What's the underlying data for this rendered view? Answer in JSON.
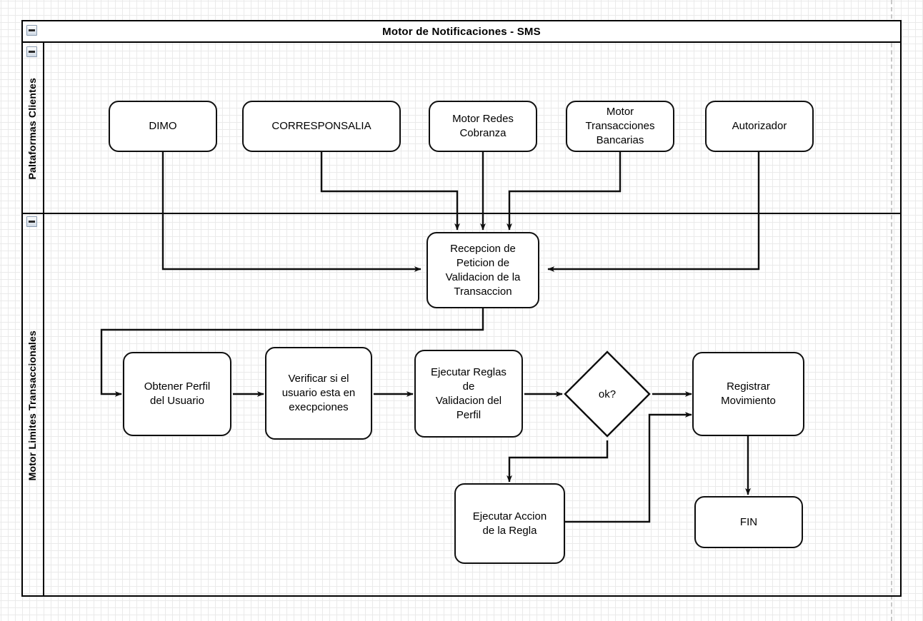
{
  "diagram": {
    "pool_title": "Motor de Notificaciones - SMS",
    "lanes": [
      {
        "label": "Paltaformas Clientes"
      },
      {
        "label": "Motor Limites Transaccionales"
      }
    ],
    "collapse_icons": [
      {
        "name": "pool-collapse-icon"
      },
      {
        "name": "lane-clientes-collapse-icon"
      },
      {
        "name": "lane-motor-collapse-icon"
      }
    ],
    "nodes": [
      {
        "id": "dimo",
        "label": "DIMO",
        "shape": "rounded-rect"
      },
      {
        "id": "corresponsalia",
        "label": "CORRESPONSALIA",
        "shape": "rounded-rect"
      },
      {
        "id": "redes",
        "label": "Motor Redes\nCobranza",
        "shape": "rounded-rect"
      },
      {
        "id": "transacciones",
        "label": "Motor\nTransacciones\nBancarias",
        "shape": "rounded-rect"
      },
      {
        "id": "autorizador",
        "label": "Autorizador",
        "shape": "rounded-rect"
      },
      {
        "id": "recepcion",
        "label": "Recepcion de\nPeticion de\nValidacion de la\nTransaccion",
        "shape": "rounded-rect"
      },
      {
        "id": "perfil",
        "label": "Obtener Perfil\ndel Usuario",
        "shape": "rounded-rect"
      },
      {
        "id": "excepciones",
        "label": "Verificar si el\nusuario esta en\nexecpciones",
        "shape": "rounded-rect"
      },
      {
        "id": "reglas",
        "label": "Ejecutar Reglas\nde\nValidacion del\nPerfil",
        "shape": "rounded-rect"
      },
      {
        "id": "ok",
        "label": "ok?",
        "shape": "diamond"
      },
      {
        "id": "registrar",
        "label": "Registrar\nMovimiento",
        "shape": "rounded-rect"
      },
      {
        "id": "accion",
        "label": "Ejecutar Accion\nde la Regla",
        "shape": "rounded-rect"
      },
      {
        "id": "fin",
        "label": "FIN",
        "shape": "rounded-rect"
      }
    ],
    "edges": [
      {
        "from": "dimo",
        "to": "recepcion"
      },
      {
        "from": "corresponsalia",
        "to": "recepcion"
      },
      {
        "from": "redes",
        "to": "recepcion"
      },
      {
        "from": "transacciones",
        "to": "recepcion"
      },
      {
        "from": "autorizador",
        "to": "recepcion"
      },
      {
        "from": "recepcion",
        "to": "perfil"
      },
      {
        "from": "perfil",
        "to": "excepciones"
      },
      {
        "from": "excepciones",
        "to": "reglas"
      },
      {
        "from": "reglas",
        "to": "ok"
      },
      {
        "from": "ok",
        "to": "registrar"
      },
      {
        "from": "ok",
        "to": "accion"
      },
      {
        "from": "accion",
        "to": "registrar"
      },
      {
        "from": "registrar",
        "to": "fin"
      }
    ],
    "colors": {
      "stroke": "#0f0f0f",
      "fill": "#ffffff",
      "grid_minor": "#eaeaea",
      "grid_major": "#d8d8d8",
      "page_break": "#c8c8c8"
    }
  }
}
